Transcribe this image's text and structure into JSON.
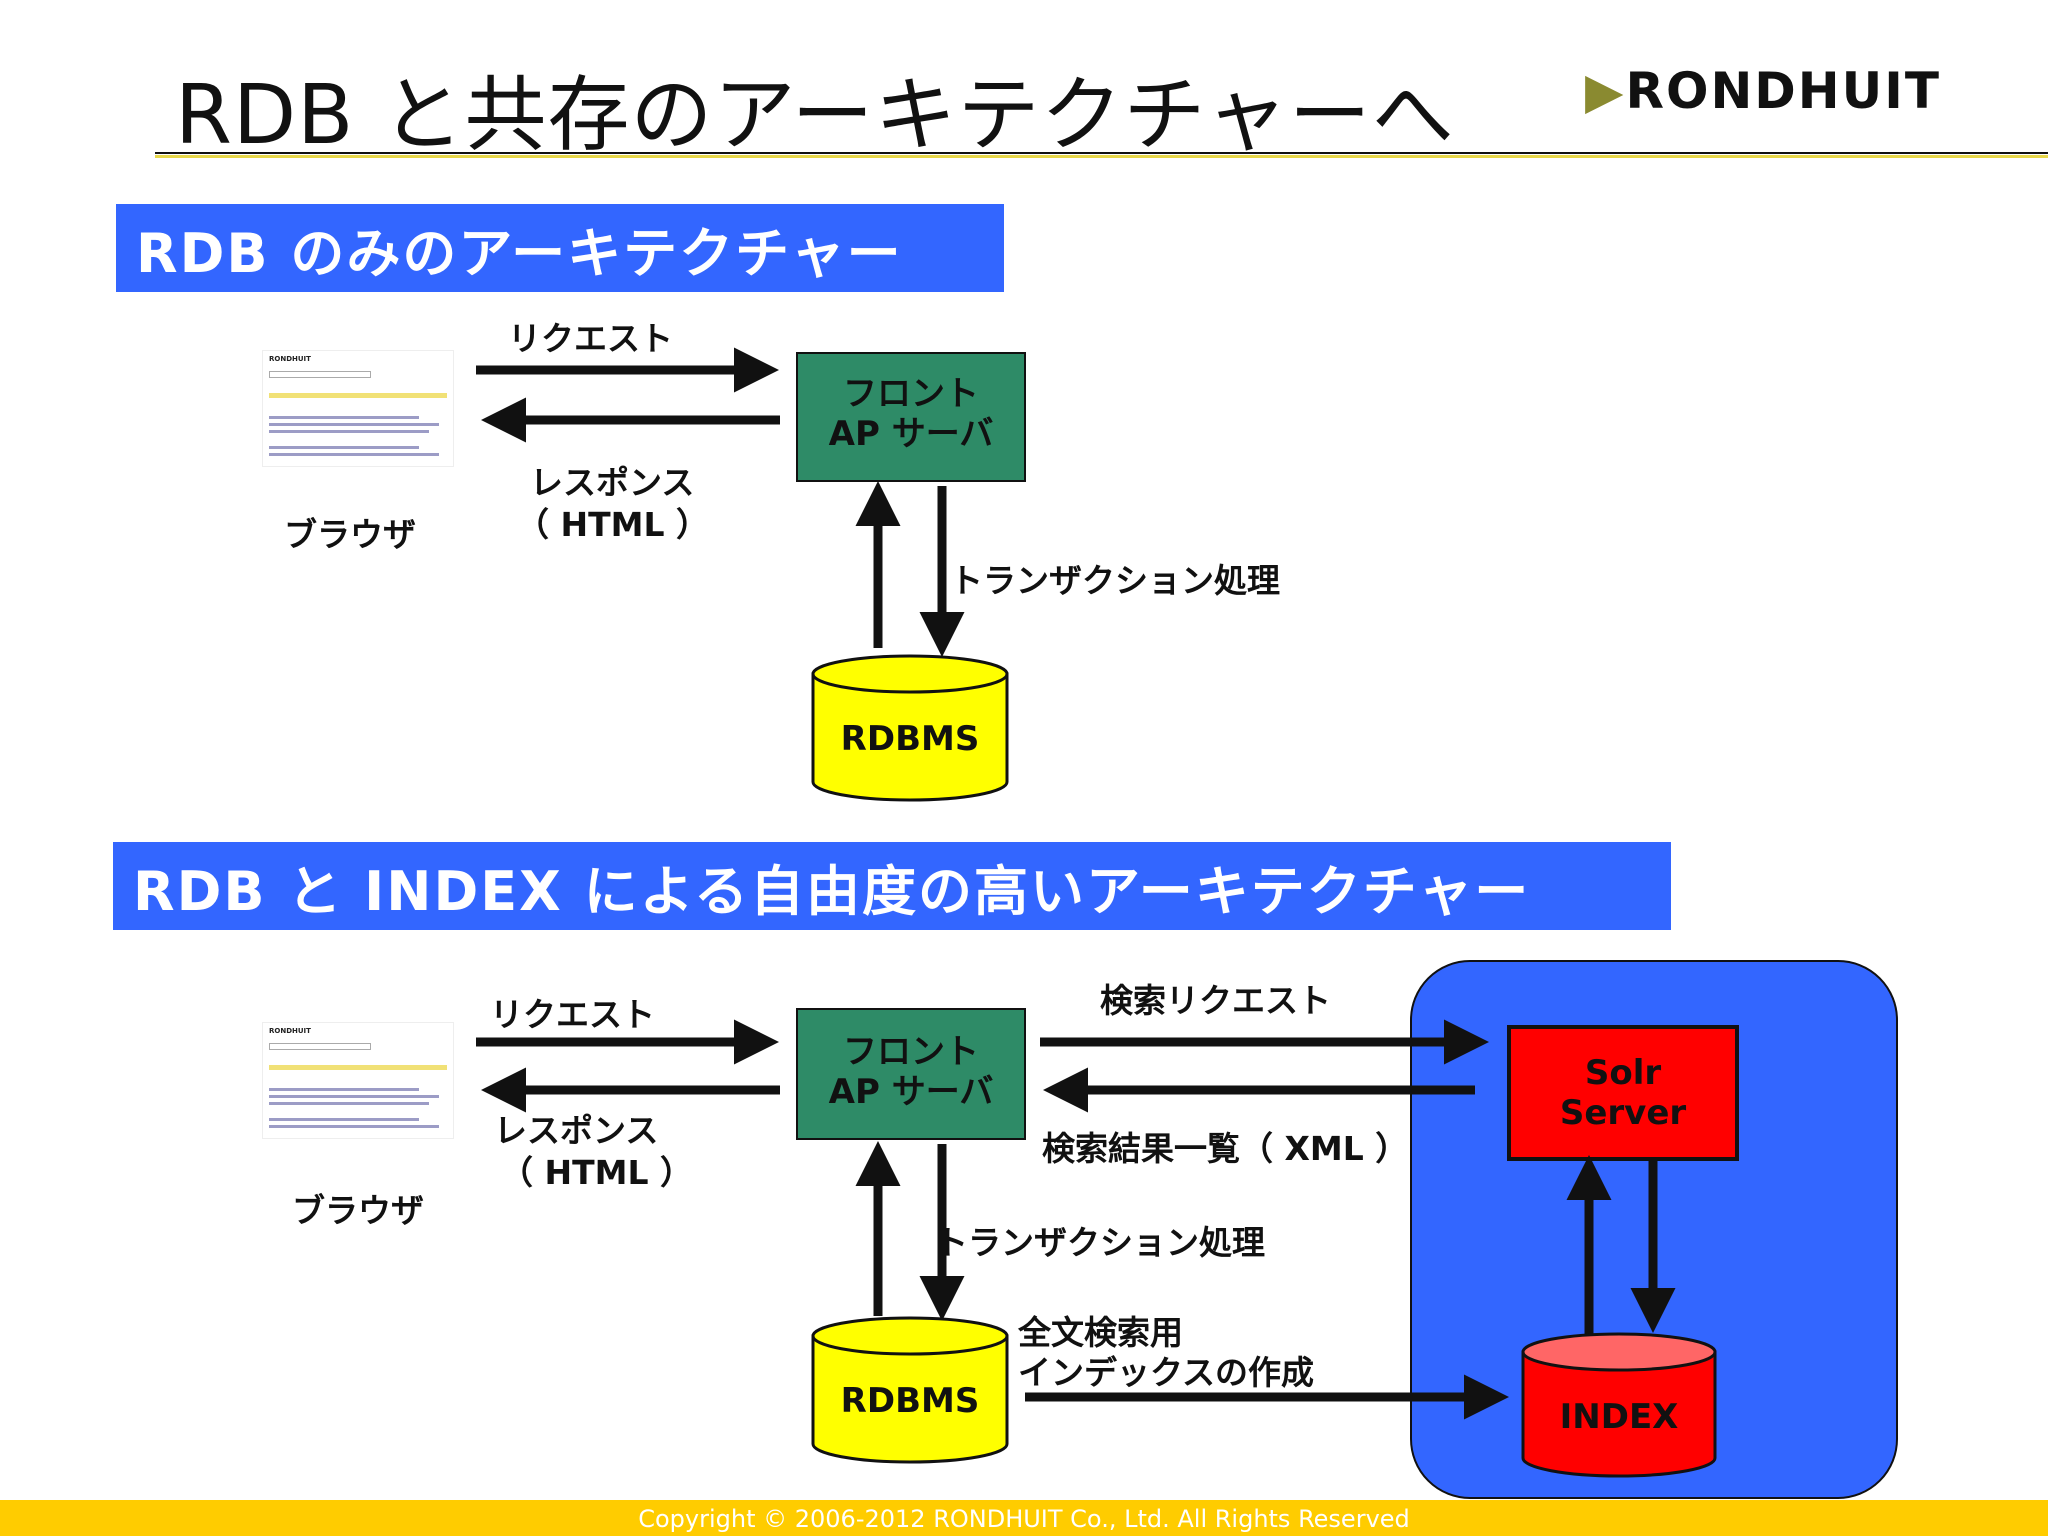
{
  "title": "RDB と共存のアーキテクチャーへ",
  "logo": "RONDHUIT",
  "section1": {
    "heading": "RDB のみのアーキテクチャー",
    "browser_label": "ブラウザ",
    "request_label": "リクエスト",
    "response_label": "レスポンス",
    "response_format": "（ HTML ）",
    "front_line1": "フロント",
    "front_line2": "AP サーバ",
    "transaction_label": "トランザクション処理",
    "rdbms_label": "RDBMS"
  },
  "section2": {
    "heading": "RDB と INDEX による自由度の高いアーキテクチャー",
    "browser_label": "ブラウザ",
    "request_label": "リクエスト",
    "response_label": "レスポンス",
    "response_format": "（ HTML ）",
    "front_line1": "フロント",
    "front_line2": "AP サーバ",
    "transaction_label": "トランザクション処理",
    "rdbms_label": "RDBMS",
    "search_request_label": "検索リクエスト",
    "search_result_label": "検索結果一覧（ XML ）",
    "fulltext_line1": "全文検索用",
    "fulltext_line2": "インデックスの作成",
    "solr_line1": "Solr",
    "solr_line2": "Server",
    "index_label": "INDEX"
  },
  "browser_thumbnail": {
    "logo_text": "RONDHUIT"
  },
  "footer": "Copyright © 2006-2012 RONDHUIT Co., Ltd. All Rights Reserved",
  "colors": {
    "section_header": "#3366ff",
    "front_box": "#2e8b67",
    "rdbms": "#ffff00",
    "solr": "#ff0000",
    "index": "#ff3333",
    "panel": "#3366ff",
    "footer": "#ffcc00"
  }
}
